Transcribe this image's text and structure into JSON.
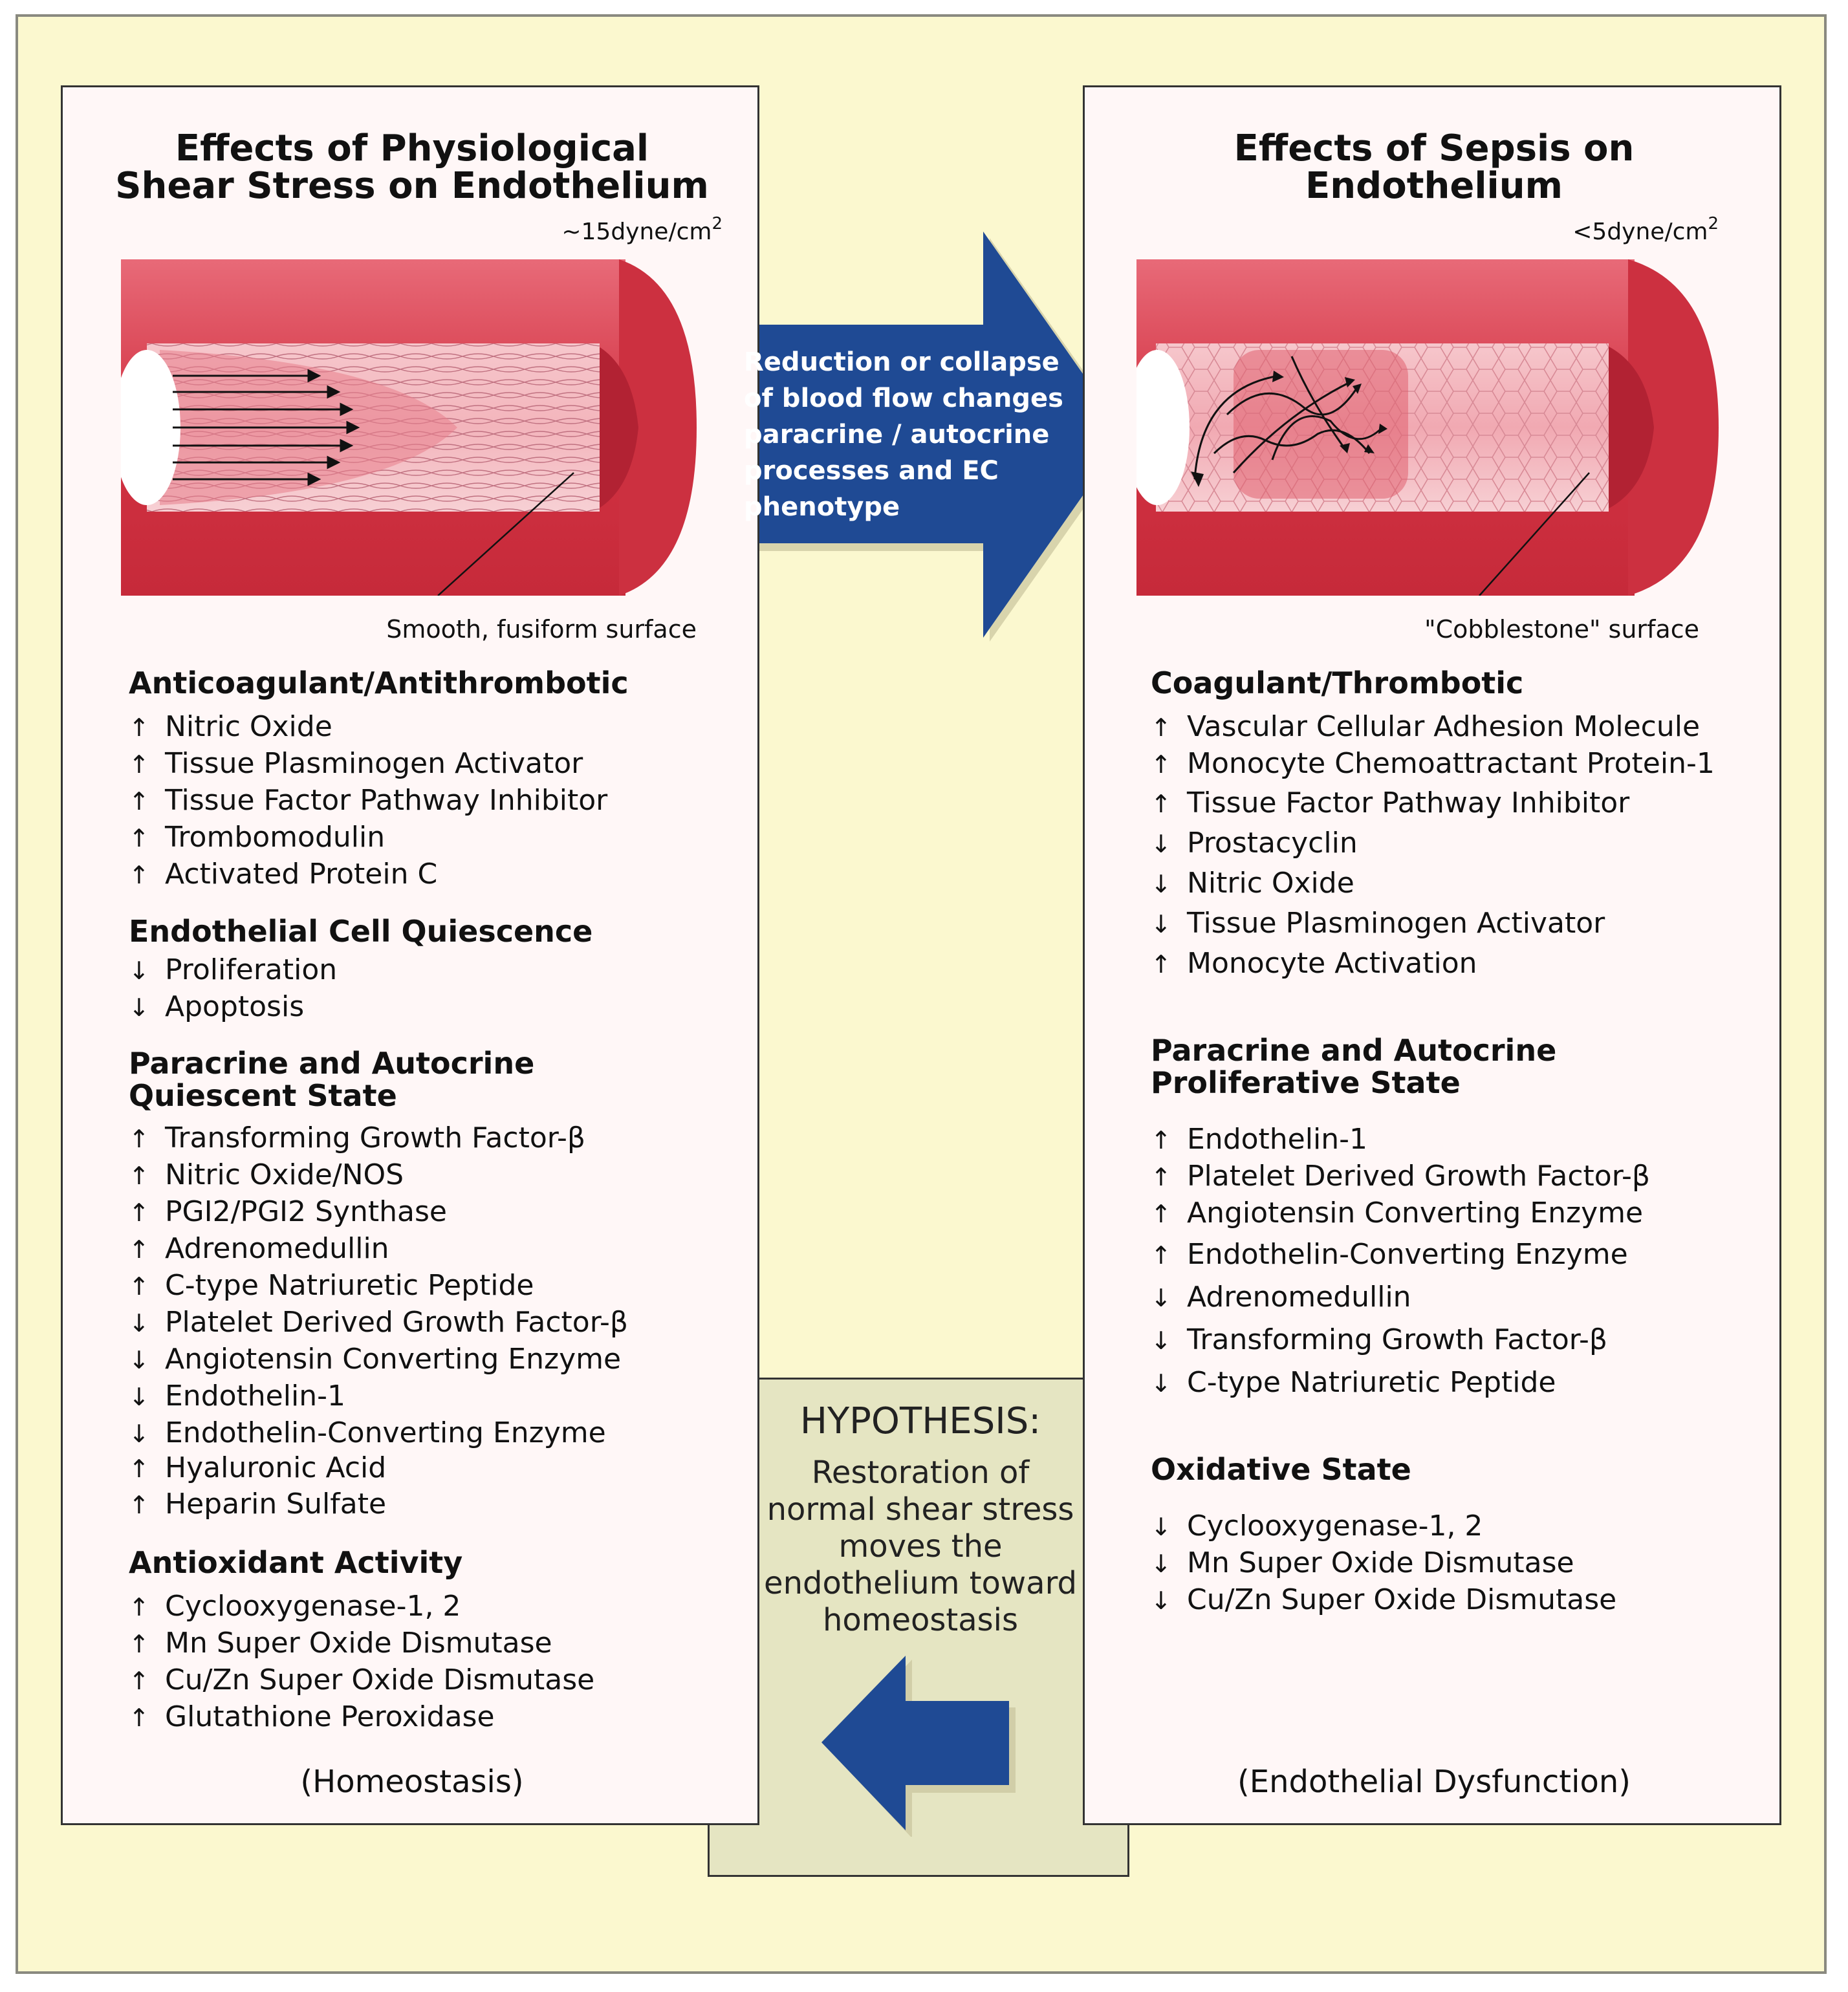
{
  "colors": {
    "background": "#fbf8cf",
    "panel": "#fff7f7",
    "arrow_blue": "#1f4a94",
    "vessel_red": "#d83848",
    "hypothesis_box": "#e5e5c2"
  },
  "left": {
    "title_line1": "Effects of Physiological",
    "title_line2": "Shear Stress on Endothelium",
    "stress_value": "~15dyne/cm",
    "stress_exp": "2",
    "surface_caption": "Smooth, fusiform surface",
    "sections": [
      {
        "title": "Anticoagulant/Antithrombotic",
        "items": [
          {
            "dir": "↑",
            "text": "Nitric Oxide"
          },
          {
            "dir": "↑",
            "text": "Tissue Plasminogen Activator"
          },
          {
            "dir": "↑",
            "text": "Tissue Factor Pathway Inhibitor"
          },
          {
            "dir": "↑",
            "text": "Trombomodulin"
          },
          {
            "dir": "↑",
            "text": "Activated Protein C"
          }
        ]
      },
      {
        "title": "Endothelial Cell Quiescence",
        "items": [
          {
            "dir": "↓",
            "text": "Proliferation"
          },
          {
            "dir": "↓",
            "text": "Apoptosis"
          }
        ]
      },
      {
        "title_line1": "Paracrine and Autocrine",
        "title_line2": "Quiescent State",
        "items": [
          {
            "dir": "↑",
            "text": "Transforming Growth Factor-β"
          },
          {
            "dir": "↑",
            "text": "Nitric Oxide/NOS"
          },
          {
            "dir": "↑",
            "text": "PGI2/PGI2 Synthase"
          },
          {
            "dir": "↑",
            "text": "Adrenomedullin"
          },
          {
            "dir": "↑",
            "text": "C-type Natriuretic Peptide"
          },
          {
            "dir": "↓",
            "text": "Platelet Derived Growth Factor-β"
          },
          {
            "dir": "↓",
            "text": "Angiotensin Converting Enzyme"
          },
          {
            "dir": "↓",
            "text": "Endothelin-1"
          },
          {
            "dir": "↓",
            "text": "Endothelin-Converting Enzyme"
          },
          {
            "dir": "↑",
            "text": "Hyaluronic Acid"
          },
          {
            "dir": "↑",
            "text": "Heparin Sulfate"
          }
        ]
      },
      {
        "title": "Antioxidant Activity",
        "items": [
          {
            "dir": "↑",
            "text": "Cyclooxygenase-1, 2"
          },
          {
            "dir": "↑",
            "text": "Mn Super Oxide Dismutase"
          },
          {
            "dir": "↑",
            "text": "Cu/Zn Super Oxide Dismutase"
          },
          {
            "dir": "↑",
            "text": "Glutathione Peroxidase"
          }
        ]
      }
    ],
    "footer": "(Homeostasis)"
  },
  "right": {
    "title_line1": "Effects of Sepsis on",
    "title_line2": "Endothelium",
    "stress_value": "<5dyne/cm",
    "stress_exp": "2",
    "surface_caption": "\"Cobblestone\" surface",
    "sections": [
      {
        "title": "Coagulant/Thrombotic",
        "items": [
          {
            "dir": "↑",
            "text": "Vascular Cellular Adhesion Molecule"
          },
          {
            "dir": "↑",
            "text": "Monocyte Chemoattractant Protein-1"
          },
          {
            "dir": "↑",
            "text": "Tissue Factor Pathway Inhibitor"
          },
          {
            "dir": "↓",
            "text": "Prostacyclin"
          },
          {
            "dir": "↓",
            "text": "Nitric Oxide"
          },
          {
            "dir": "↓",
            "text": "Tissue Plasminogen Activator"
          },
          {
            "dir": "↑",
            "text": "Monocyte Activation"
          }
        ]
      },
      {
        "title_line1": "Paracrine and Autocrine",
        "title_line2": "Proliferative State",
        "items": [
          {
            "dir": "↑",
            "text": "Endothelin-1"
          },
          {
            "dir": "↑",
            "text": "Platelet Derived Growth Factor-β"
          },
          {
            "dir": "↑",
            "text": "Angiotensin Converting Enzyme"
          },
          {
            "dir": "↑",
            "text": "Endothelin-Converting Enzyme"
          },
          {
            "dir": "↓",
            "text": "Adrenomedullin"
          },
          {
            "dir": "↓",
            "text": "Transforming Growth Factor-β"
          },
          {
            "dir": "↓",
            "text": "C-type Natriuretic Peptide"
          }
        ]
      },
      {
        "title": "Oxidative State",
        "items": [
          {
            "dir": "↓",
            "text": "Cyclooxygenase-1, 2"
          },
          {
            "dir": "↓",
            "text": "Mn Super Oxide Dismutase"
          },
          {
            "dir": "↓",
            "text": "Cu/Zn Super Oxide Dismutase"
          }
        ]
      }
    ],
    "footer": "(Endothelial Dysfunction)"
  },
  "middle": {
    "lines": [
      "Reduction or collapse",
      "of blood flow changes",
      "paracrine / autocrine",
      "processes and EC",
      "phenotype"
    ]
  },
  "hypothesis": {
    "title": "HYPOTHESIS:",
    "lines": [
      "Restoration of",
      "normal shear stress",
      "moves the",
      "endothelium toward",
      "homeostasis"
    ]
  }
}
